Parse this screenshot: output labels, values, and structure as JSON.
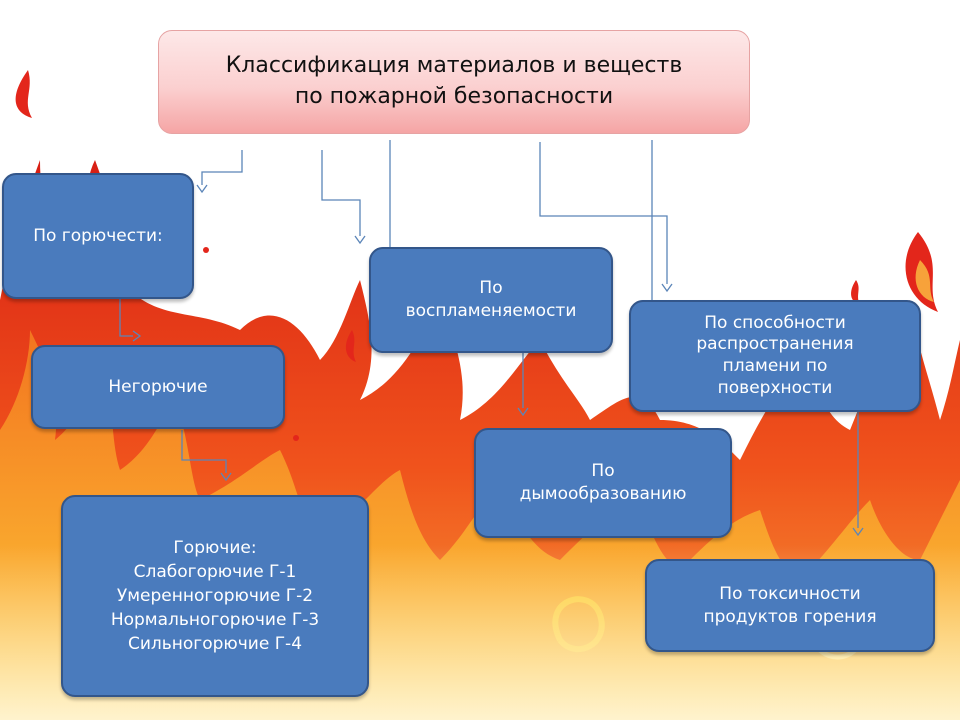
{
  "title": {
    "line1": "Классификация материалов и веществ",
    "line2": "по  пожарной безопасности"
  },
  "nodes": {
    "combustibility": "По горючести:",
    "noncombustible": "Негорючие",
    "combustible": {
      "heading": "Горючие:",
      "items": [
        "Слабогорючие  Г-1",
        "Умеренногорючие  Г-2",
        "Нормальногорючие  Г-3",
        "Сильногорючие  Г-4"
      ]
    },
    "flammability": [
      "По",
      "воспламеняемости"
    ],
    "smoke": [
      "По",
      "дымообразованию"
    ],
    "flame_spread": [
      "По способности",
      "распространения",
      "пламени по",
      "поверхности"
    ],
    "toxicity": [
      "По токсичности",
      "продуктов  горения"
    ]
  },
  "colors": {
    "box_fill": "#4a7bbd",
    "box_border": "#33568a",
    "connector": "#5b85b8",
    "flame_red": "#e3261b",
    "flame_orange": "#f47b20",
    "flame_yellow": "#ffd43a"
  }
}
